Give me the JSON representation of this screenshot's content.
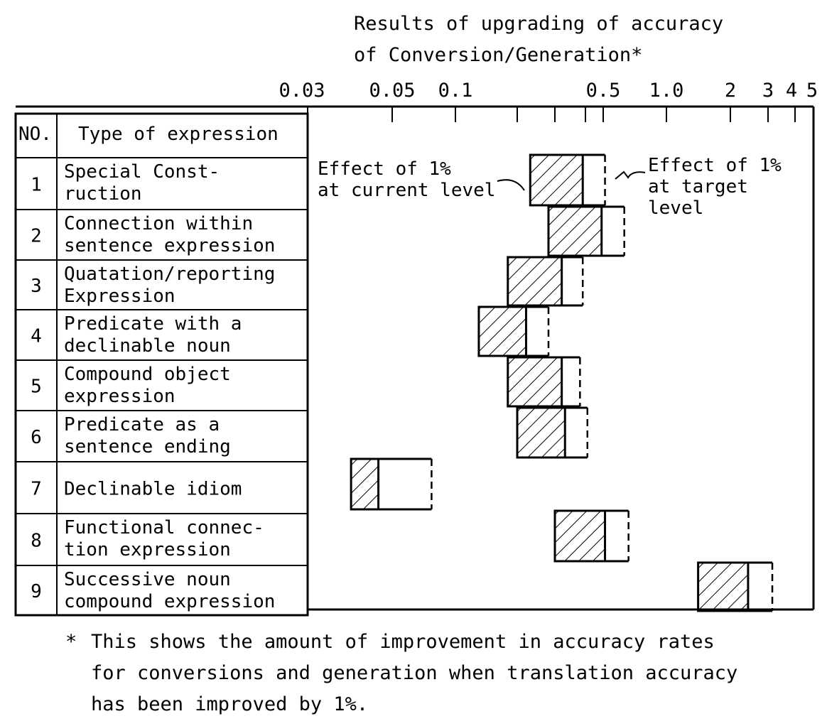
{
  "chart_data": {
    "type": "bar",
    "title_lines": [
      "Results of upgrading of accuracy",
      "of Conversion/Generation*"
    ],
    "axis": {
      "scale": "log",
      "range": [
        0.03,
        5
      ],
      "ticks": [
        0.03,
        0.05,
        0.1,
        0.2,
        0.3,
        0.4,
        0.5,
        1.0,
        2,
        3,
        4,
        5
      ],
      "tick_labels": [
        {
          "value": 0.03,
          "label": "0.03"
        },
        {
          "value": 0.05,
          "label": "0.05"
        },
        {
          "value": 0.1,
          "label": "0.1"
        },
        {
          "value": 0.5,
          "label": "0.5"
        },
        {
          "value": 1.0,
          "label": "1.0"
        },
        {
          "value": 2,
          "label": "2"
        },
        {
          "value": 3,
          "label": "3"
        },
        {
          "value": 4,
          "label": "4"
        },
        {
          "value": 5,
          "label": "5"
        }
      ]
    },
    "table_headers": {
      "no": "NO.",
      "type": "Type of expression"
    },
    "series": [
      {
        "name": "Effect of 1% at current level",
        "style": "hatched"
      },
      {
        "name": "Effect of 1% at target level",
        "style": "dashed"
      }
    ],
    "rows": [
      {
        "no": "1",
        "lines": [
          "Special Const-",
          "ruction"
        ],
        "start": 0.23,
        "current": 0.39,
        "target": 0.51
      },
      {
        "no": "2",
        "lines": [
          "Connection within",
          "sentence expression"
        ],
        "start": 0.28,
        "current": 0.49,
        "target": 0.63
      },
      {
        "no": "3",
        "lines": [
          "Quatation/reporting",
          "Expression"
        ],
        "start": 0.18,
        "current": 0.32,
        "target": 0.39
      },
      {
        "no": "4",
        "lines": [
          "Predicate with a",
          "declinable noun"
        ],
        "start": 0.13,
        "current": 0.22,
        "target": 0.28
      },
      {
        "no": "5",
        "lines": [
          "Compound object",
          "expression"
        ],
        "start": 0.18,
        "current": 0.32,
        "target": 0.38
      },
      {
        "no": "6",
        "lines": [
          "Predicate as a",
          "sentence ending"
        ],
        "start": 0.2,
        "current": 0.33,
        "target": 0.41
      },
      {
        "no": "7",
        "lines": [
          "Declinable idiom"
        ],
        "start": 0.039,
        "current": 0.046,
        "target": 0.077
      },
      {
        "no": "8",
        "lines": [
          "Functional connec-",
          "tion expression"
        ],
        "start": 0.3,
        "current": 0.51,
        "target": 0.66
      },
      {
        "no": "9",
        "lines": [
          "Successive noun",
          "compound expression"
        ],
        "start": 1.41,
        "current": 2.42,
        "target": 3.14
      }
    ],
    "annotations": {
      "current": [
        "Effect of 1%",
        "at current level"
      ],
      "target": [
        "Effect of 1%",
        "at target",
        "level"
      ]
    },
    "footnote": {
      "marker": "*",
      "lines": [
        "This shows the amount of improvement in accuracy rates",
        "for conversions and generation when translation accuracy",
        "has been improved by 1%."
      ]
    }
  }
}
